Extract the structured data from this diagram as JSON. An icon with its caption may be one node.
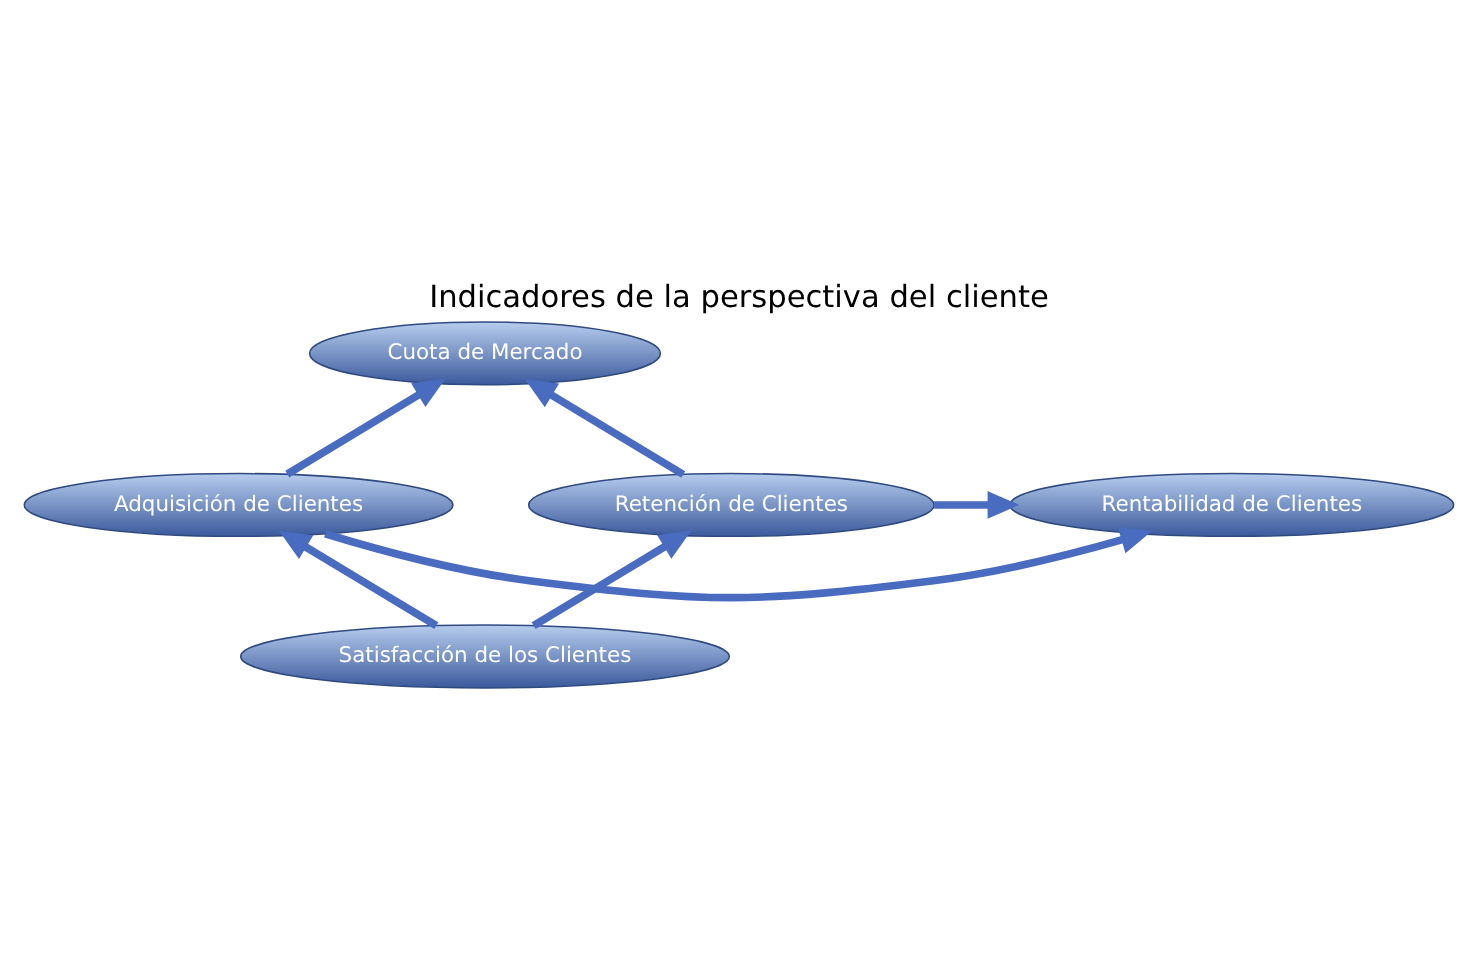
{
  "diagram": {
    "title": "Indicadores de la perspectiva del cliente",
    "nodes": [
      {
        "text": [
          "Cuota de Mercado"
        ]
      },
      {
        "text": [
          "Adquisición de Clientes"
        ]
      },
      {
        "text": [
          "Rentabilidad de Clientes"
        ]
      },
      {
        "text": [
          "Retención de Clientes"
        ]
      },
      {
        "text": [
          "Satisfacción de los Clientes"
        ]
      }
    ],
    "edges": [
      {
        "from": 1,
        "to": 0,
        "arrow": "to"
      },
      {
        "from": 3,
        "to": 0,
        "arrow": "to"
      },
      {
        "from": 1,
        "to": 2,
        "arrow": "to"
      },
      {
        "from": 3,
        "to": 2,
        "arrow": "to"
      },
      {
        "from": 4,
        "to": 1,
        "arrow": "to"
      },
      {
        "from": 4,
        "to": 3,
        "arrow": "to"
      }
    ]
  }
}
